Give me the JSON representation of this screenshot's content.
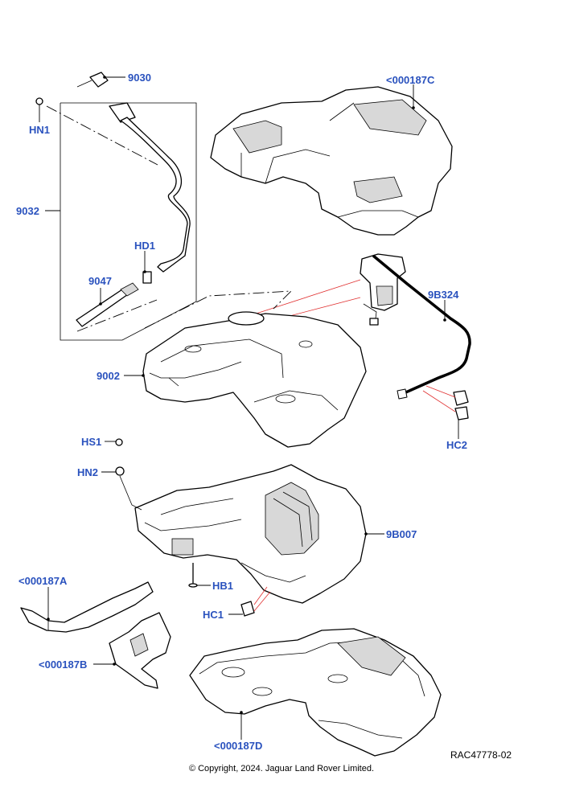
{
  "labels": {
    "p9030": "9030",
    "p000187C": "<000187C",
    "pHN1": "HN1",
    "p9032": "9032",
    "pHD1": "HD1",
    "p9047": "9047",
    "p9B324": "9B324",
    "p9002": "9002",
    "pHC2": "HC2",
    "pHS1": "HS1",
    "pHN2": "HN2",
    "p9B007": "9B007",
    "pHB1": "HB1",
    "p000187A": "<000187A",
    "pHC1": "HC1",
    "p000187B": "<000187B",
    "p000187D": "<000187D"
  },
  "footer": {
    "ref_code": "RAC47778-02",
    "copyright": "© Copyright, 2024. Jaguar Land Rover Limited."
  },
  "colors": {
    "label": "#2a52be",
    "callout_line": "#e03030",
    "line": "#000000"
  }
}
